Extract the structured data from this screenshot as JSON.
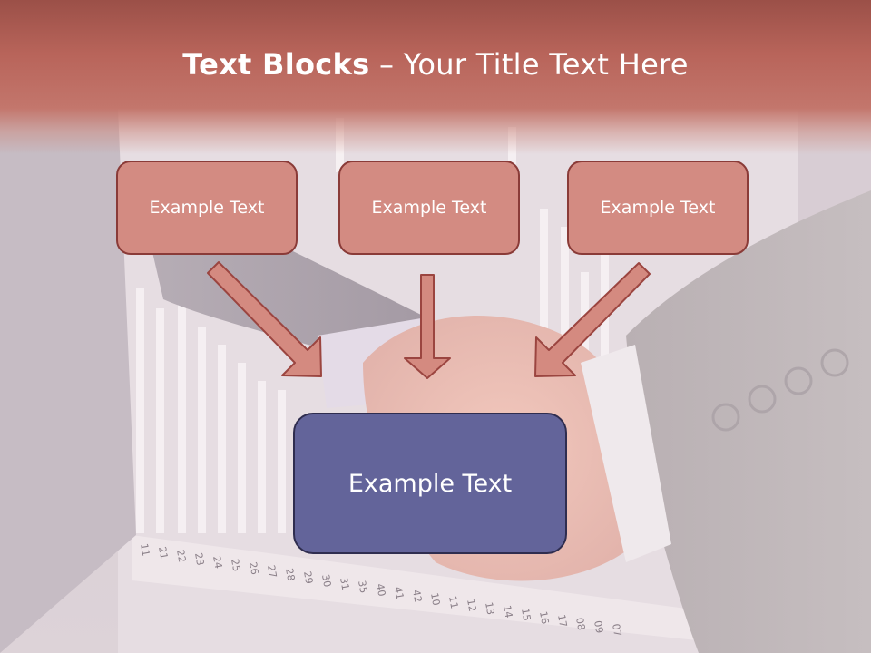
{
  "slide": {
    "title_bold": "Text Blocks",
    "title_dash": "–",
    "title_rest": "Your Title Text Here"
  },
  "blocks": {
    "top": [
      {
        "label": "Example Text"
      },
      {
        "label": "Example Text"
      },
      {
        "label": "Example Text"
      }
    ],
    "center": {
      "label": "Example Text"
    }
  },
  "colors": {
    "title_band": "#b8645a",
    "small_box_fill": "#d38b82",
    "small_box_border": "#8a3b38",
    "center_box_fill": "#63649a",
    "center_box_border": "#2f2d4f",
    "arrow_fill": "#d48a80",
    "arrow_stroke": "#9b4540"
  },
  "background": {
    "ruler_numbers": [
      "11",
      "21",
      "22",
      "23",
      "24",
      "25",
      "26",
      "27",
      "28",
      "29",
      "30",
      "31",
      "35",
      "40",
      "41",
      "42",
      "10",
      "11",
      "12",
      "13",
      "14",
      "15",
      "16",
      "17",
      "08",
      "09",
      "07"
    ]
  }
}
